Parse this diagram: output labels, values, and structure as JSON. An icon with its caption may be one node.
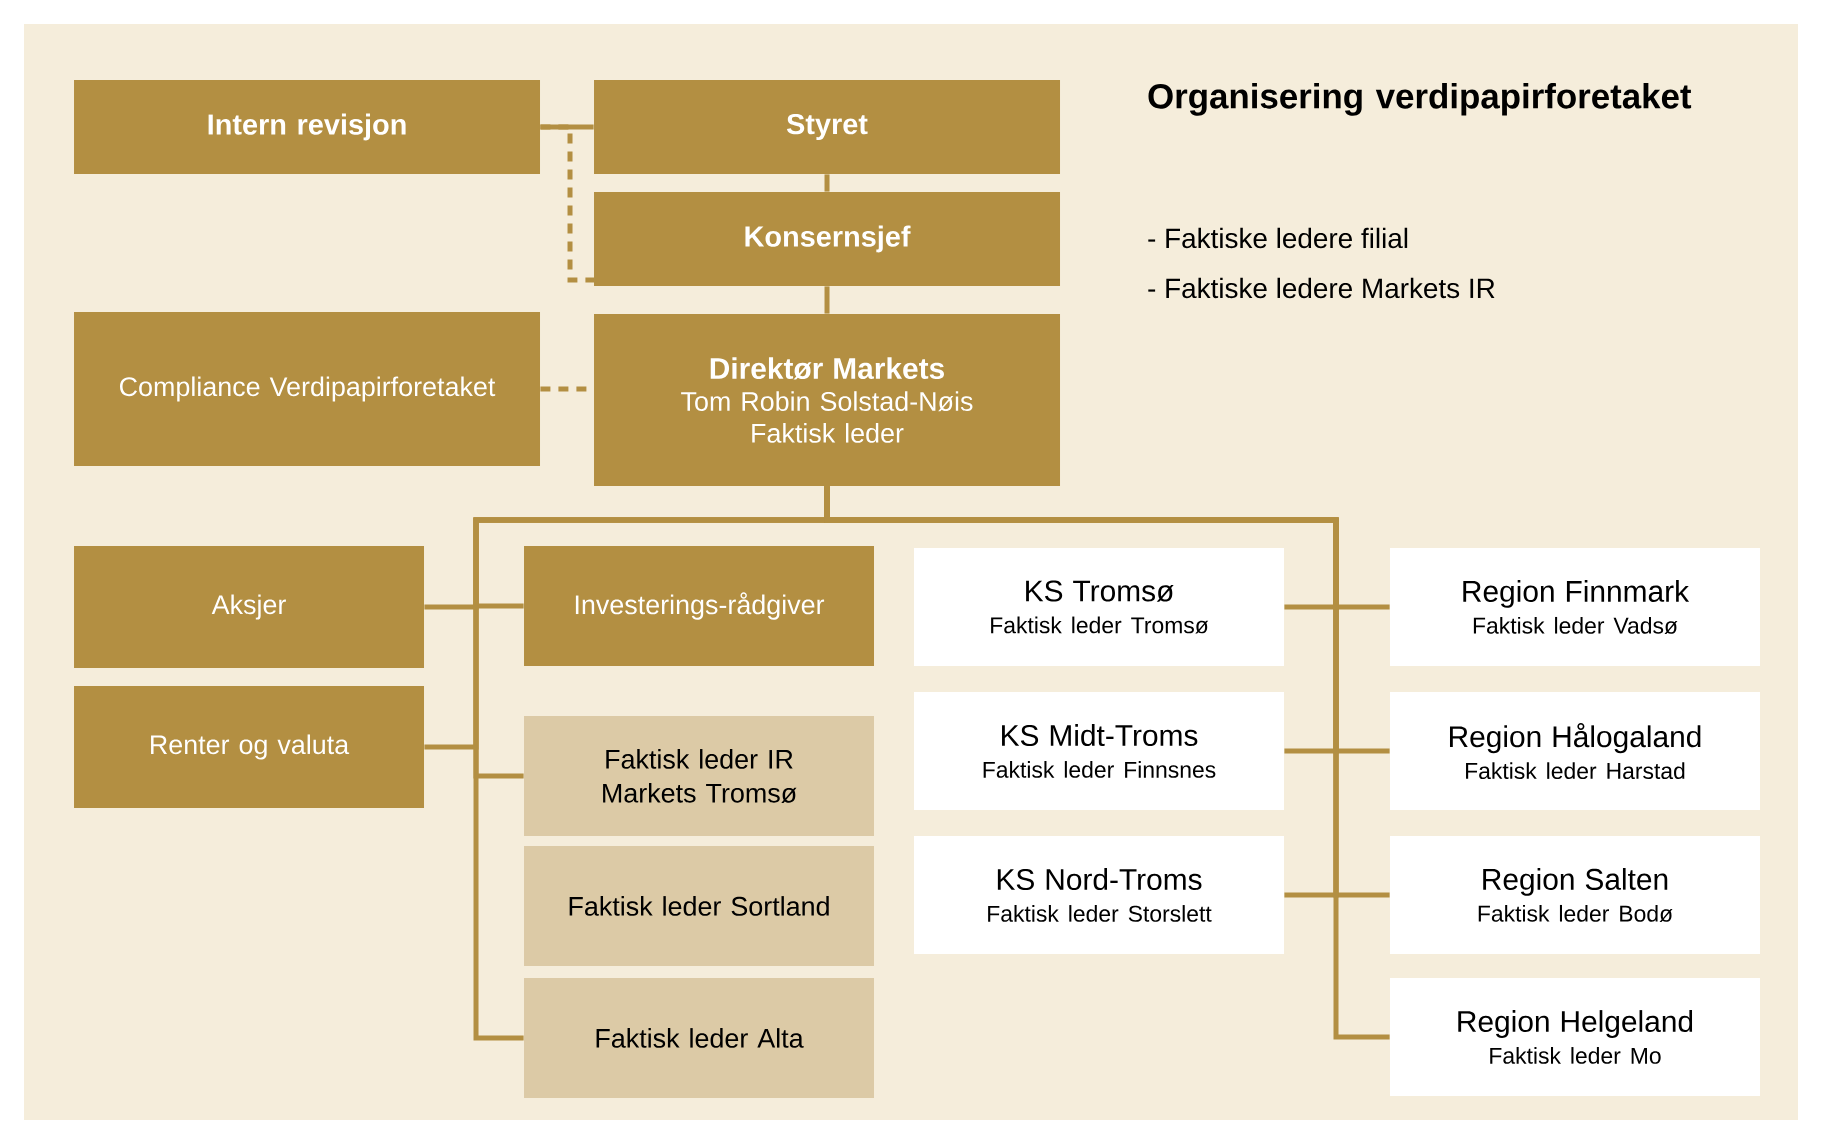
{
  "diagram": {
    "title": "Organisering verdipapirforetaket",
    "nodes": [
      {
        "text": [
          "Intern revisjon"
        ]
      },
      {
        "text": [
          "Styret"
        ]
      },
      {
        "text": [
          "Konsernsjef"
        ]
      },
      {
        "text": [
          "Compliance Verdipapirforetaket"
        ]
      },
      {
        "text": [
          "Direktør Markets",
          "Tom Robin Solstad-Nøis",
          "Faktisk leder"
        ]
      },
      {
        "text": [
          "Aksjer"
        ]
      },
      {
        "text": [
          "Investerings-rådgiver"
        ]
      },
      {
        "text": [
          "Renter og valuta"
        ]
      },
      {
        "text": [
          "Faktisk leder IR Markets Tromsø"
        ]
      },
      {
        "text": [
          "Faktisk leder Sortland"
        ]
      },
      {
        "text": [
          "Faktisk leder Alta"
        ]
      },
      {
        "text": [
          "KS Tromsø",
          "Faktisk leder Tromsø"
        ]
      },
      {
        "text": [
          "KS Midt-Troms",
          "Faktisk leder Finnsnes"
        ]
      },
      {
        "text": [
          "KS Nord-Troms",
          "Faktisk leder Storslett"
        ]
      },
      {
        "text": [
          "Region Finnmark",
          "Faktisk leder Vadsø"
        ]
      },
      {
        "text": [
          "Region Hålogaland",
          "Faktisk leder Harstad"
        ]
      },
      {
        "text": [
          "Region Salten",
          "Faktisk leder Bodø"
        ]
      },
      {
        "text": [
          "Region Helgeland",
          "Faktisk leder Mo"
        ]
      }
    ],
    "edges": [
      {
        "from": 0,
        "to": 1,
        "arrow": "none"
      },
      {
        "from": 0,
        "to": 2,
        "arrow": "none",
        "style": "dashed"
      },
      {
        "from": 1,
        "to": 2,
        "arrow": "none"
      },
      {
        "from": 2,
        "to": 4,
        "arrow": "none"
      },
      {
        "from": 3,
        "to": 4,
        "arrow": "none",
        "style": "dashed"
      },
      {
        "from": 4,
        "to": 5,
        "arrow": "none"
      },
      {
        "from": 4,
        "to": 6,
        "arrow": "none"
      },
      {
        "from": 4,
        "to": 7,
        "arrow": "none"
      },
      {
        "from": 4,
        "to": 8,
        "arrow": "none"
      },
      {
        "from": 4,
        "to": 10,
        "arrow": "none"
      },
      {
        "from": 4,
        "to": 11,
        "arrow": "none"
      },
      {
        "from": 4,
        "to": 12,
        "arrow": "none"
      },
      {
        "from": 4,
        "to": 13,
        "arrow": "none"
      },
      {
        "from": 4,
        "to": 14,
        "arrow": "none"
      },
      {
        "from": 4,
        "to": 15,
        "arrow": "none"
      },
      {
        "from": 4,
        "to": 16,
        "arrow": "none"
      },
      {
        "from": 4,
        "to": 17,
        "arrow": "none"
      }
    ],
    "labels": [
      "- Faktiske ledere filial",
      "- Faktiske ledere Markets IR"
    ]
  }
}
